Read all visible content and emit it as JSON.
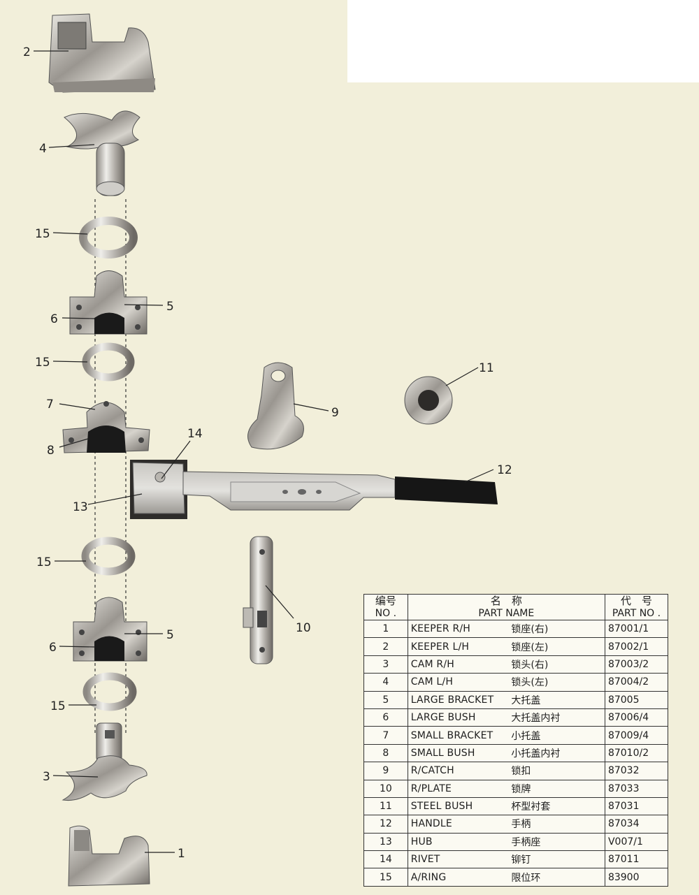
{
  "callouts": {
    "c2": "2",
    "c4": "4",
    "c15a": "15",
    "c6a": "6",
    "c5a": "5",
    "c15b": "15",
    "c7": "7",
    "c8": "8",
    "c14": "14",
    "c13": "13",
    "c9": "9",
    "c11": "11",
    "c12": "12",
    "c15c": "15",
    "c10": "10",
    "c6b": "6",
    "c5b": "5",
    "c15d": "15",
    "c3": "3",
    "c1": "1"
  },
  "table": {
    "header": {
      "no_cn": "编号",
      "no_en": "NO .",
      "name_cn": "名　称",
      "name_en": "PART NAME",
      "part_cn": "代　号",
      "part_en": "PART NO ."
    },
    "rows": [
      {
        "no": "1",
        "en": "KEEPER R/H",
        "cn": "锁座(右)",
        "pn": "87001/1"
      },
      {
        "no": "2",
        "en": "KEEPER L/H",
        "cn": "锁座(左)",
        "pn": "87002/1"
      },
      {
        "no": "3",
        "en": "CAM R/H",
        "cn": "锁头(右)",
        "pn": "87003/2"
      },
      {
        "no": "4",
        "en": "CAM L/H",
        "cn": "锁头(左)",
        "pn": "87004/2"
      },
      {
        "no": "5",
        "en": "LARGE BRACKET",
        "cn": "大托盖",
        "pn": "87005"
      },
      {
        "no": "6",
        "en": "LARGE BUSH",
        "cn": "大托盖内衬",
        "pn": "87006/4"
      },
      {
        "no": "7",
        "en": "SMALL BRACKET",
        "cn": "小托盖",
        "pn": "87009/4"
      },
      {
        "no": "8",
        "en": "SMALL BUSH",
        "cn": "小托盖内衬",
        "pn": "87010/2"
      },
      {
        "no": "9",
        "en": "R/CATCH",
        "cn": "锁扣",
        "pn": "87032"
      },
      {
        "no": "10",
        "en": "R/PLATE",
        "cn": "锁牌",
        "pn": "87033"
      },
      {
        "no": "11",
        "en": "STEEL BUSH",
        "cn": "杯型衬套",
        "pn": "87031"
      },
      {
        "no": "12",
        "en": "HANDLE",
        "cn": "手柄",
        "pn": "87034"
      },
      {
        "no": "13",
        "en": "HUB",
        "cn": "手柄座",
        "pn": "V007/1"
      },
      {
        "no": "14",
        "en": "RIVET",
        "cn": "铆钉",
        "pn": "87011"
      },
      {
        "no": "15",
        "en": "A/RING",
        "cn": "限位环",
        "pn": "83900"
      }
    ]
  }
}
